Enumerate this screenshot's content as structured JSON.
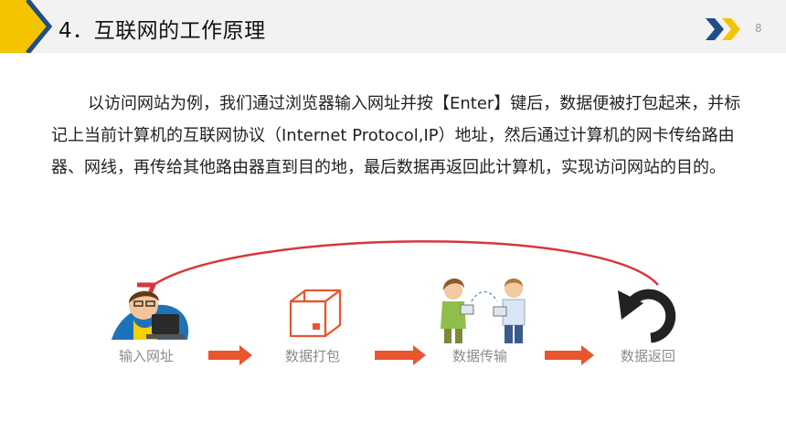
{
  "header": {
    "title": "4．互联网的工作原理",
    "page_number": "8"
  },
  "body": {
    "paragraph": "以访问网站为例，我们通过浏览器输入网址并按【Enter】键后，数据便被打包起来，并标记上当前计算机的互联网协议（Internet Protocol,IP）地址，然后通过计算机的网卡传给路由器、网线，再传给其他路由器直到目的地，最后数据再返回此计算机，实现访问网站的目的。"
  },
  "diagram": {
    "steps": [
      {
        "label": "输入网址",
        "icon": "user-at-computer-icon"
      },
      {
        "label": "数据打包",
        "icon": "package-box-icon"
      },
      {
        "label": "数据传输",
        "icon": "people-exchanging-data-icon"
      },
      {
        "label": "数据返回",
        "icon": "return-arrow-icon"
      }
    ],
    "colors": {
      "flow_arrow": "#e8562e",
      "return_arc": "#d9363e",
      "label": "#8c8c8c",
      "accent_yellow": "#f5c400",
      "accent_blue": "#1f4e8c"
    }
  }
}
